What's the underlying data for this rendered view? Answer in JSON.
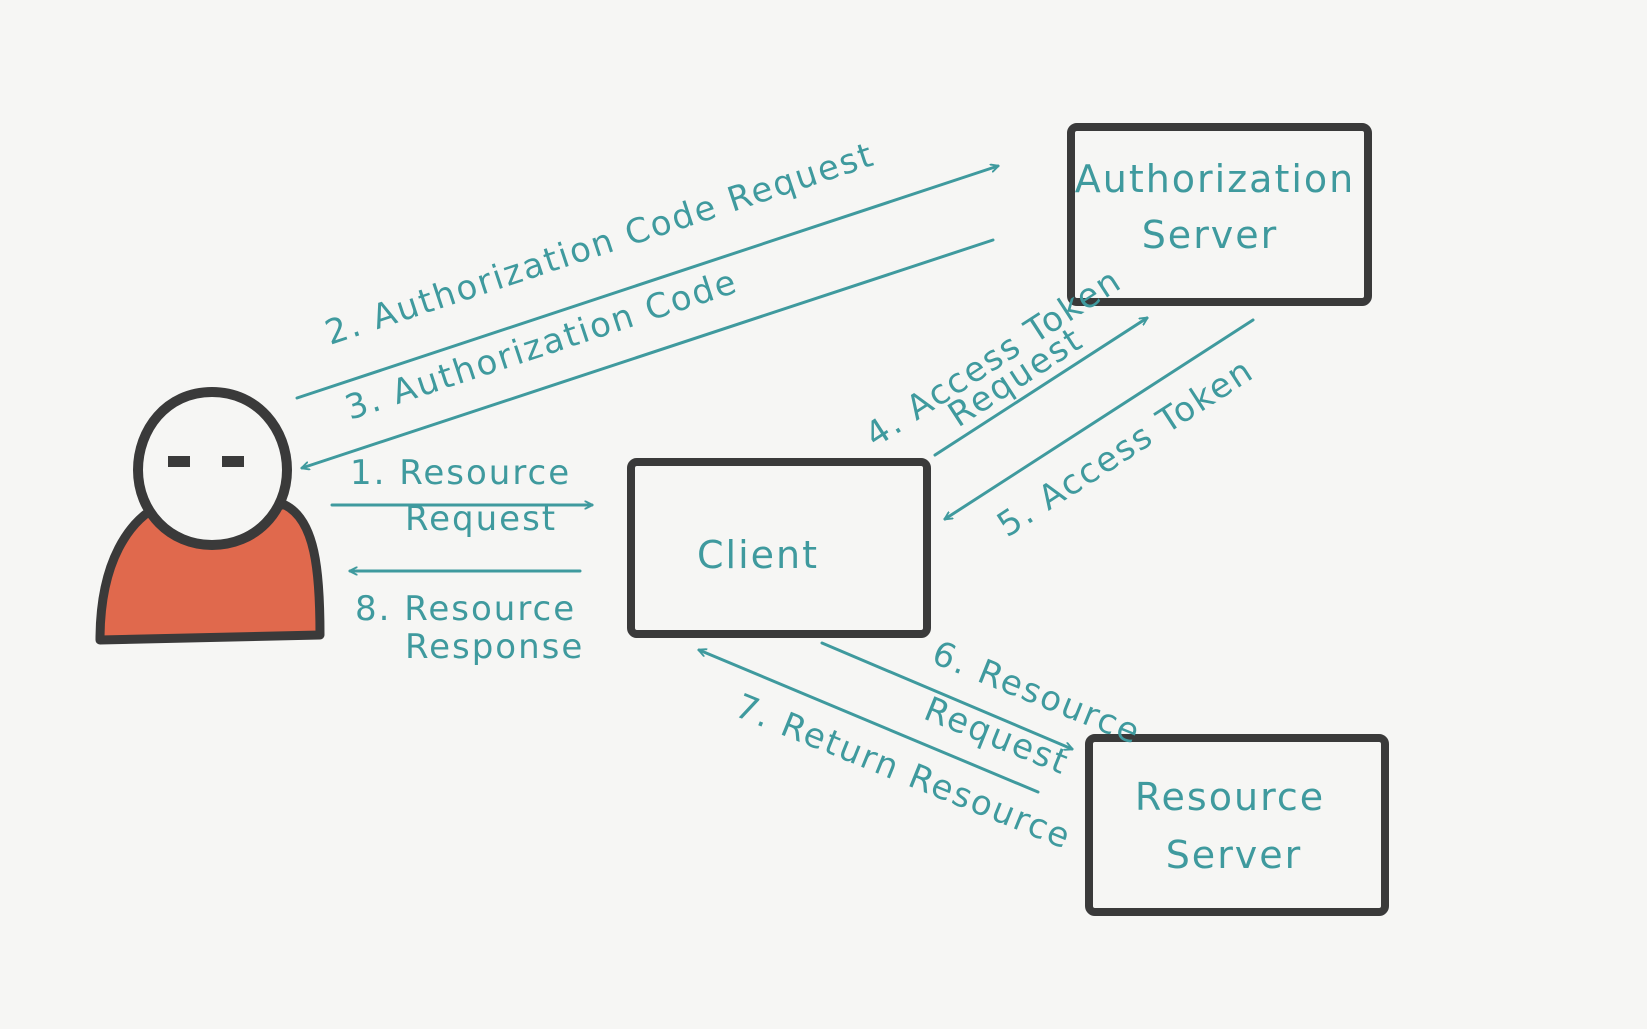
{
  "nodes": {
    "authorization_server": {
      "line1": "Authorization",
      "line2": "Server"
    },
    "client": {
      "label": "Client"
    },
    "resource_server": {
      "line1": "Resource",
      "line2": "Server"
    }
  },
  "edges": {
    "step1": {
      "line1": "1. Resource",
      "line2": "Request"
    },
    "step2": {
      "label": "2. Authorization Code Request"
    },
    "step3": {
      "label": "3. Authorization Code"
    },
    "step4": {
      "line1": "4. Access Token",
      "line2": "Request"
    },
    "step5": {
      "label": "5. Access Token"
    },
    "step6": {
      "line1": "6. Resource",
      "line2": "Request"
    },
    "step7": {
      "label": "7. Return Resource"
    },
    "step8": {
      "line1": "8. Resource",
      "line2": "Response"
    }
  },
  "colors": {
    "ink": "#3a3a3a",
    "annotation": "#3f9a9e",
    "person_body": "#e0694d",
    "background": "#f6f6f4"
  }
}
